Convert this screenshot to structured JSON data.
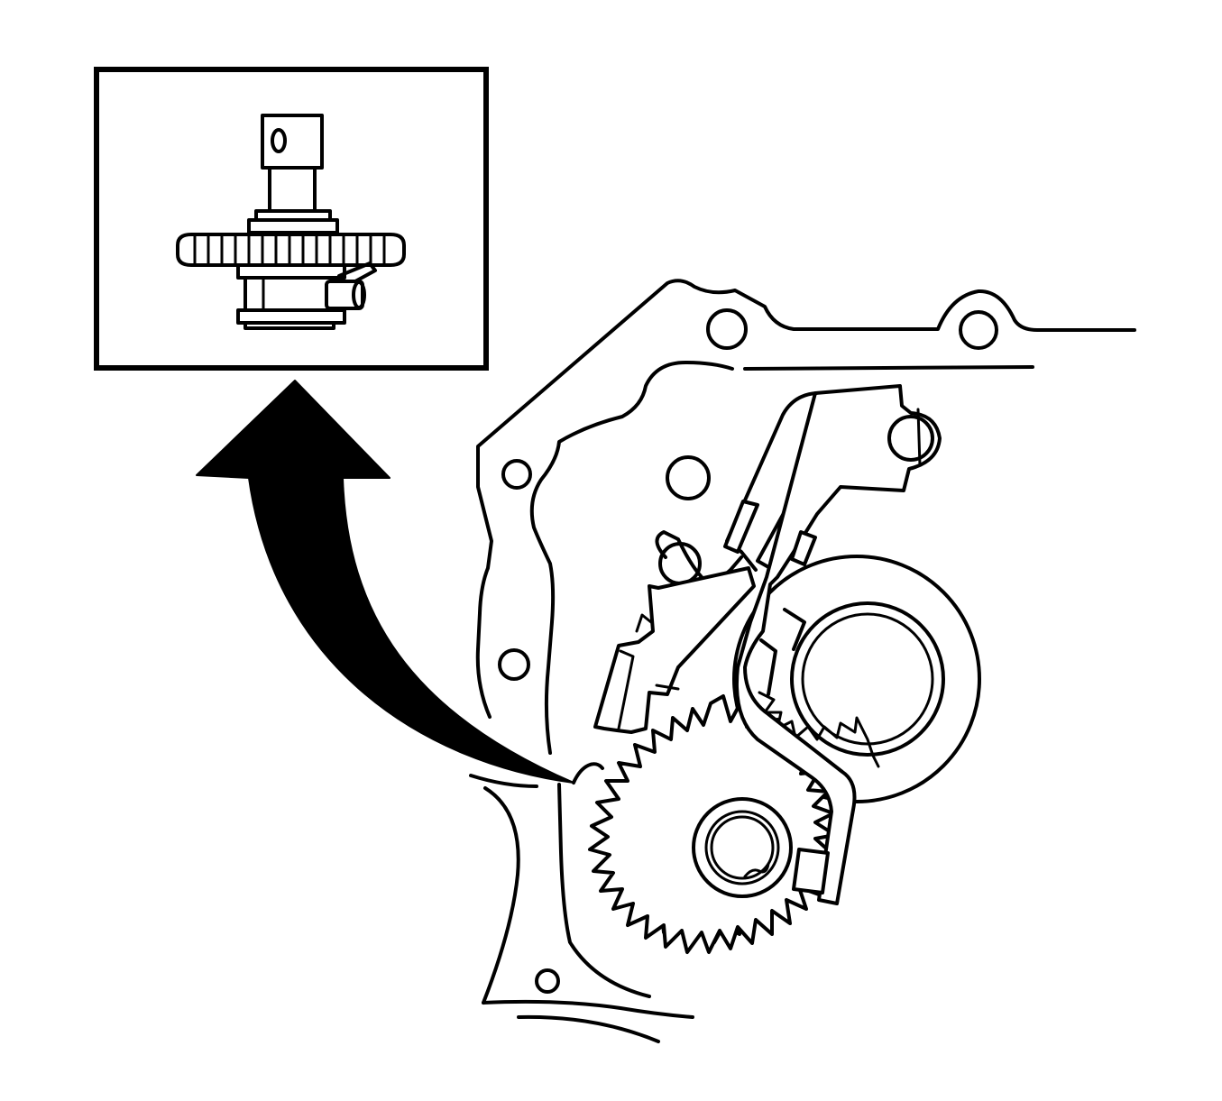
{
  "diagram": {
    "ink_color": "#000000",
    "paper_color": "#ffffff",
    "parts": [
      {
        "id": "detail-inset",
        "icon": "gear-assembly-detail-icon"
      },
      {
        "id": "removal-arrow",
        "icon": "curved-arrow-icon"
      },
      {
        "id": "housing",
        "icon": "housing-outline-icon"
      },
      {
        "id": "shift-lever",
        "icon": "lever-icon"
      },
      {
        "id": "main-gear",
        "icon": "spur-gear-icon"
      },
      {
        "id": "ring-gear",
        "icon": "ring-gear-icon"
      }
    ]
  }
}
